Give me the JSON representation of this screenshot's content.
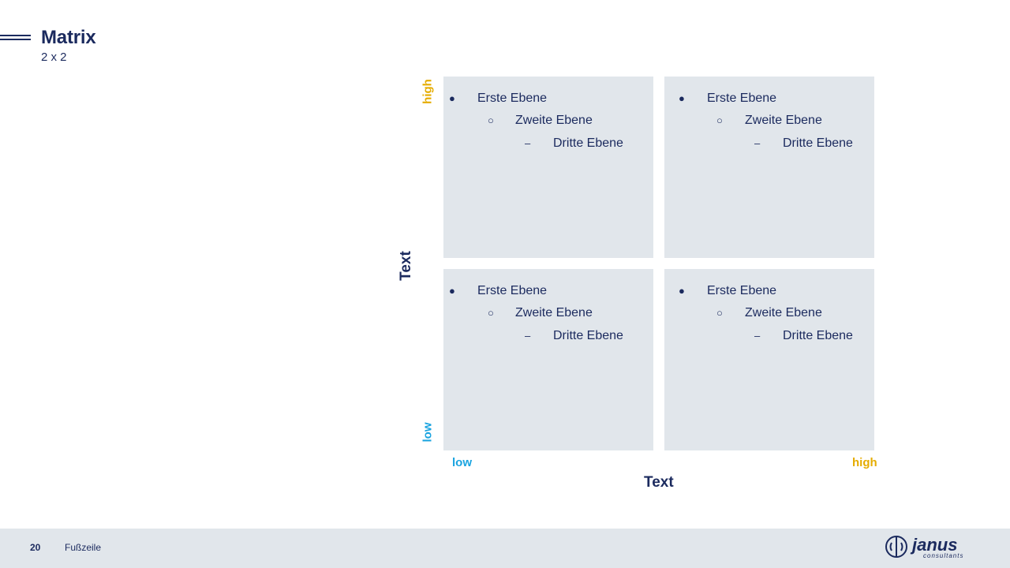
{
  "slide": {
    "title": "Matrix",
    "subtitle": "2 x 2"
  },
  "matrix": {
    "y_axis": {
      "title": "Text",
      "high": "high",
      "low": "low"
    },
    "x_axis": {
      "title": "Text",
      "low": "low",
      "high": "high"
    },
    "quadrants": [
      {
        "id": "top-left",
        "items": [
          {
            "marker": "●",
            "text": "Erste Ebene"
          },
          {
            "marker": "○",
            "text": "Zweite Ebene"
          },
          {
            "marker": "–",
            "text": "Dritte Ebene"
          }
        ]
      },
      {
        "id": "top-right",
        "items": [
          {
            "marker": "●",
            "text": "Erste Ebene"
          },
          {
            "marker": "○",
            "text": "Zweite Ebene"
          },
          {
            "marker": "–",
            "text": "Dritte Ebene"
          }
        ]
      },
      {
        "id": "bottom-left",
        "items": [
          {
            "marker": "●",
            "text": "Erste Ebene"
          },
          {
            "marker": "○",
            "text": "Zweite Ebene"
          },
          {
            "marker": "–",
            "text": "Dritte Ebene"
          }
        ]
      },
      {
        "id": "bottom-right",
        "items": [
          {
            "marker": "●",
            "text": "Erste Ebene"
          },
          {
            "marker": "○",
            "text": "Zweite Ebene"
          },
          {
            "marker": "–",
            "text": "Dritte Ebene"
          }
        ]
      }
    ]
  },
  "footer": {
    "page_number": "20",
    "text": "Fußzeile",
    "logo": {
      "name": "janus",
      "tagline": "consultants"
    }
  },
  "colors": {
    "navy": "#1b2a5e",
    "high_accent": "#e5ac00",
    "low_accent": "#1aa4e0",
    "quadrant_fill": "#e1e6eb"
  },
  "icons": {
    "title_marker": "double-line-icon",
    "logo_icon": "janus-face-icon"
  }
}
